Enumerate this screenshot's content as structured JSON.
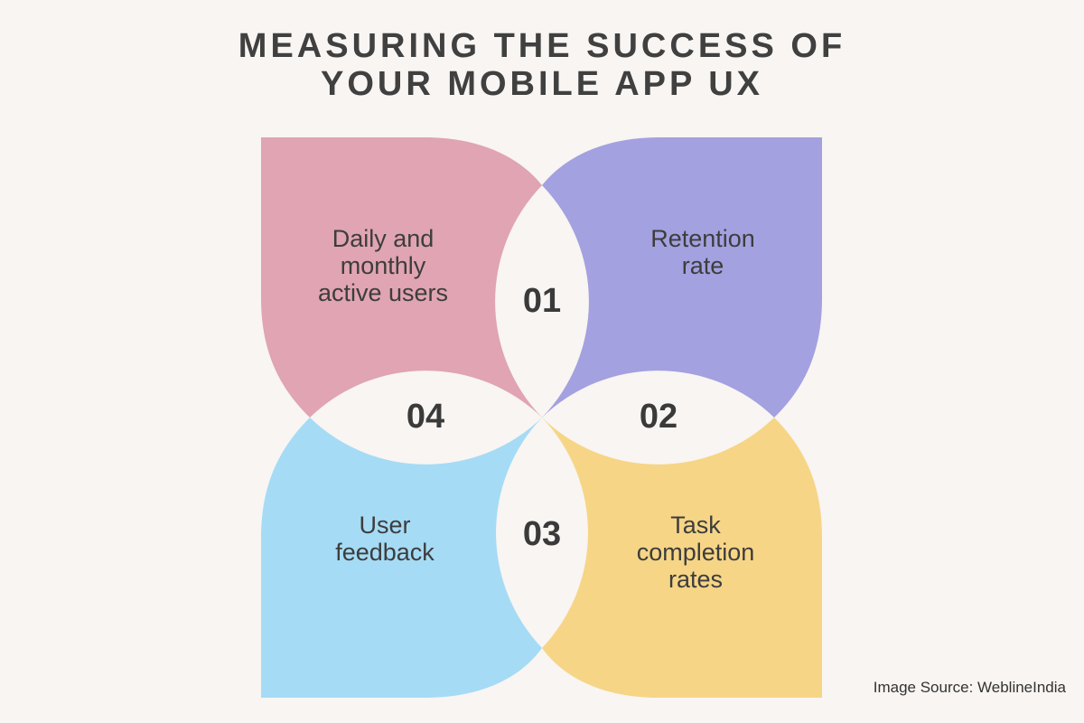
{
  "title": {
    "line1": "MEASURING THE SUCCESS OF",
    "line2": "YOUR MOBILE APP UX"
  },
  "items": [
    {
      "number": "01",
      "label": [
        "Daily and",
        "monthly",
        "active users"
      ],
      "color": "#e0a4b2"
    },
    {
      "number": "02",
      "label": [
        "Retention",
        "rate"
      ],
      "color": "#a3a1e0"
    },
    {
      "number": "03",
      "label": [
        "Task",
        "completion",
        "rates"
      ],
      "color": "#f6d586"
    },
    {
      "number": "04",
      "label": [
        "User",
        "feedback"
      ],
      "color": "#a5dbf5"
    }
  ],
  "source": "Image Source: WeblineIndia",
  "background": "#f8f5f2"
}
